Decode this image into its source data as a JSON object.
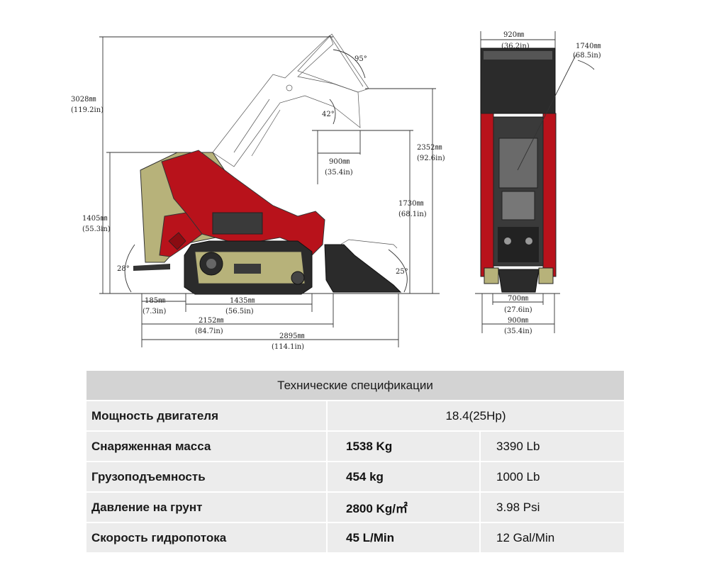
{
  "side_view": {
    "dims": {
      "total_height_mm": "3028㎜",
      "total_height_in": "(119.2in)",
      "lift_height_mm": "2352㎜",
      "lift_height_in": "(92.6in)",
      "pin_height_mm": "1730㎜",
      "pin_height_in": "(68.1in)",
      "body_height_mm": "1405㎜",
      "body_height_in": "(55.3in)",
      "reach_mm": "900㎜",
      "reach_in": "(35.4in)",
      "dump_angle": "95°",
      "rollback_angle": "42°",
      "approach_angle": "28°",
      "bucket_angle": "25°",
      "rear_overhang_mm": "185㎜",
      "rear_overhang_in": "(7.3in)",
      "track_length_mm": "1435㎜",
      "track_length_in": "(56.5in)",
      "length_no_bucket_mm": "2152㎜",
      "length_no_bucket_in": "(84.7in)",
      "total_length_mm": "2895㎜",
      "total_length_in": "(114.1in)"
    }
  },
  "front_view": {
    "dims": {
      "bucket_width_mm": "920㎜",
      "bucket_width_in": "(36.2in)",
      "height_mm": "1740㎜",
      "height_in": "(68.5in)",
      "track_gauge_mm": "700㎜",
      "track_gauge_in": "(27.6in)",
      "overall_width_mm": "900㎜",
      "overall_width_in": "(35.4in)"
    }
  },
  "colors": {
    "body_red": "#b8121b",
    "body_olive": "#b7b27a",
    "track_dark": "#2b2b2b",
    "header_gray": "#d3d3d3",
    "row_gray": "#ececec"
  },
  "spec_table": {
    "title": "Технические спецификации",
    "rows": [
      {
        "label": "Мощность двигателя",
        "value": "18.4(25Hp)"
      },
      {
        "label": "Снаряженная масса",
        "metric": "1538 Kg",
        "imperial": "3390 Lb"
      },
      {
        "label": "Грузоподъемность",
        "metric": "454 kg",
        "imperial": "1000 Lb"
      },
      {
        "label": "Давление на грунт",
        "metric": "2800 Kg/㎡",
        "imperial": "3.98 Psi"
      },
      {
        "label": "Скорость гидропотока",
        "metric": "45 L/Min",
        "imperial": "12 Gal/Min"
      }
    ]
  }
}
